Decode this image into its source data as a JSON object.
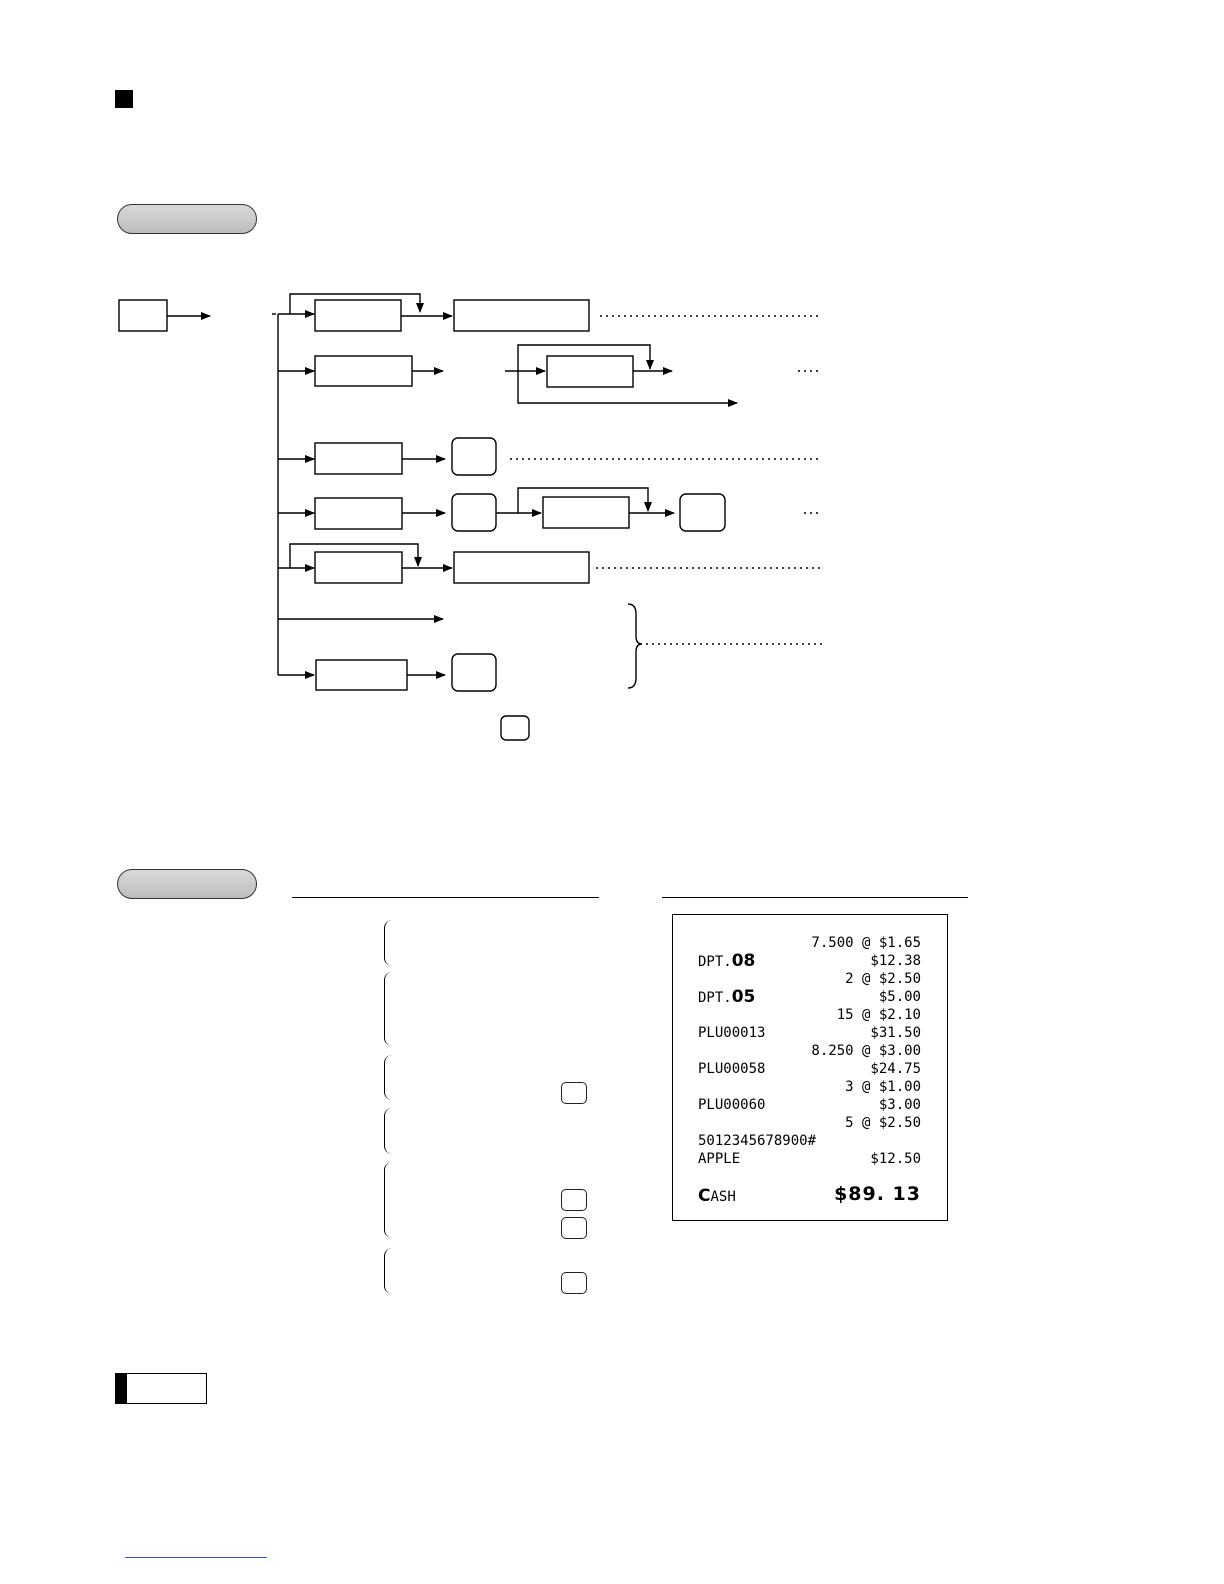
{
  "receipt": {
    "lines": [
      {
        "left": "",
        "right": "7.500 @ $1.65"
      },
      {
        "left_prefix": "DPT.",
        "left_num": "08",
        "right": "$12.38"
      },
      {
        "left": "",
        "right": "2 @ $2.50"
      },
      {
        "left_prefix": "DPT.",
        "left_num": "05",
        "right": "$5.00"
      },
      {
        "left": "",
        "right": "15 @ $2.10"
      },
      {
        "left": "PLU00013",
        "right": "$31.50"
      },
      {
        "left": "",
        "right": "8.250 @ $3.00"
      },
      {
        "left": "PLU00058",
        "right": "$24.75"
      },
      {
        "left": "",
        "right": "3 @ $1.00"
      },
      {
        "left": "PLU00060",
        "right": "$3.00"
      },
      {
        "left": "",
        "right": "5 @ $2.50"
      },
      {
        "left": "5012345678900#",
        "right": ""
      },
      {
        "left": "APPLE",
        "right": "$12.50"
      }
    ],
    "cash_initial": "C",
    "cash_rest": "ASH",
    "total": "$89. 13"
  }
}
